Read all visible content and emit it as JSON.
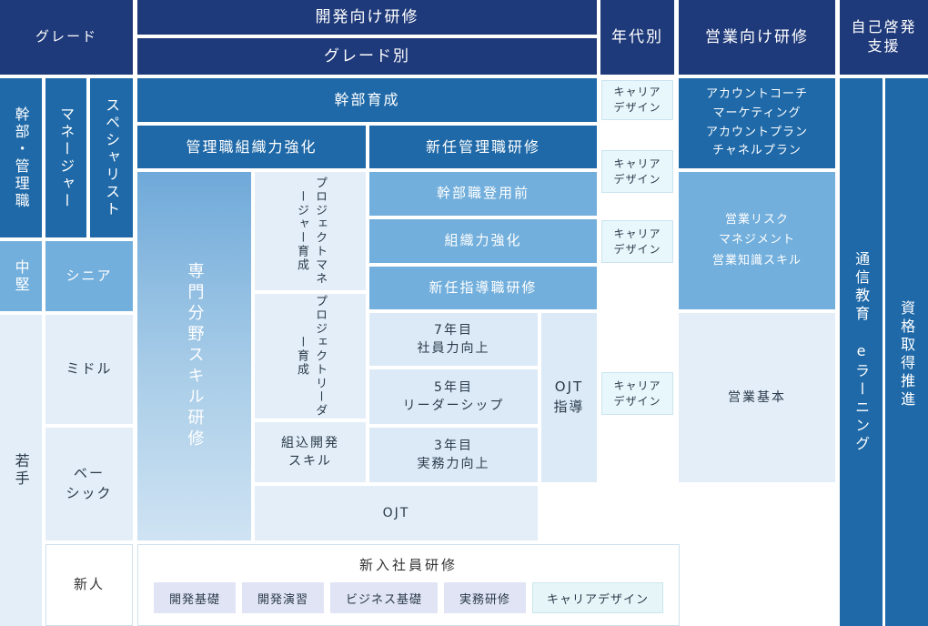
{
  "header": {
    "grade": "グレード",
    "dev_training": "開発向け研修",
    "by_grade": "グレード別",
    "by_age": "年代別",
    "sales_training": "営業向け研修",
    "self_dev": "自己啓発\n支援"
  },
  "grades": {
    "exec_mgmt": "幹部・管理職",
    "manager": "マネージャー",
    "specialist": "スペシャリスト",
    "middle": "中堅",
    "senior": "シニア",
    "young": "若手",
    "midl": "ミドル",
    "basic": "ベー\nシック",
    "new": "新人"
  },
  "dev": {
    "exec_dev": "幹部育成",
    "mgmt_org": "管理職組織力強化",
    "new_mgr": "新任管理職研修",
    "specialty": "専門分野スキル研修",
    "pm_dev": "プロジェクトマネージャー育成",
    "pl_dev": "プロジェクトリーダー育成",
    "embedded": "組込開発\nスキル",
    "exec_cand": "幹部職登用前",
    "org_power": "組織力強化",
    "new_lead": "新任指導職研修",
    "y7": "7年目\n社員力向上",
    "y5": "5年目\nリーダーシップ",
    "y3": "3年目\n実務力向上",
    "ojt_lead": "OJT\n指導",
    "ojt": "OJT",
    "newhire_title": "新入社員研修",
    "newhire_items": [
      "開発基礎",
      "開発演習",
      "ビジネス基礎",
      "実務研修",
      "キャリアデザイン"
    ]
  },
  "age": {
    "career1": "キャリア\nデザイン",
    "career2": "キャリア\nデザイン",
    "career3": "キャリア\nデザイン",
    "career4": "キャリア\nデザイン"
  },
  "sales": {
    "account": "アカウントコーチ\nマーケティング\nアカウントプラン\nチャネルプラン",
    "risk": "営業リスク\nマネジメント\n営業知識スキル",
    "basic": "営業基本"
  },
  "self": {
    "elearning": "通信教育　eラーニング",
    "cert": "資格取得推進"
  }
}
